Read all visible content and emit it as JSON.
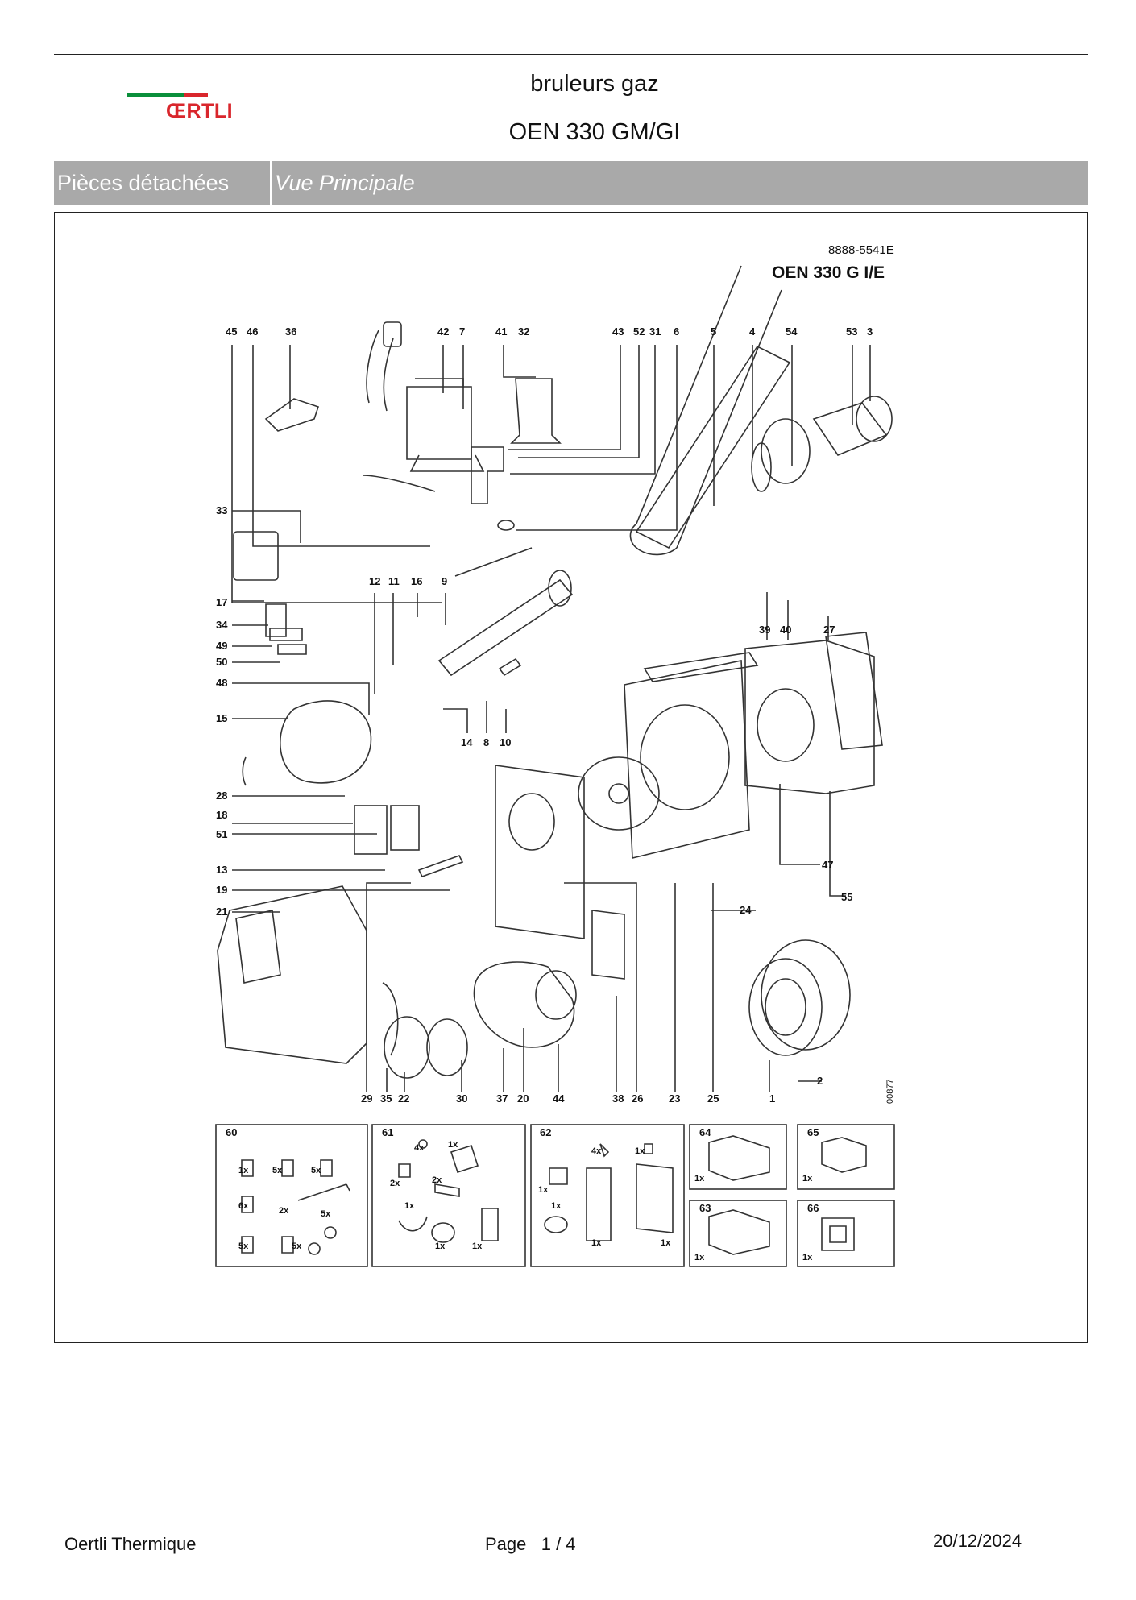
{
  "header": {
    "logo_text": "ŒRTLI",
    "title": "bruleurs gaz",
    "model": "OEN 330 GM/GI"
  },
  "band": {
    "section": "Pièces détachées",
    "view": "Vue Principale"
  },
  "drawing": {
    "doc_ref": "8888-5541E",
    "model_label": "OEN 330 G I/E",
    "side_code": "00877",
    "top_callouts": [
      "45",
      "46",
      "36",
      "42",
      "7",
      "41",
      "32",
      "43",
      "52",
      "31",
      "6",
      "5",
      "4",
      "54",
      "53",
      "3"
    ],
    "left_callouts": [
      "33",
      "17",
      "34",
      "49",
      "50",
      "48",
      "15",
      "28",
      "18",
      "51",
      "13",
      "19",
      "21"
    ],
    "mid_callouts": [
      "12",
      "11",
      "16",
      "9",
      "14",
      "8",
      "10",
      "39",
      "40",
      "27",
      "47",
      "55",
      "24",
      "1",
      "2"
    ],
    "bottom_callouts": [
      "29",
      "35",
      "22",
      "30",
      "37",
      "20",
      "44",
      "38",
      "26",
      "23",
      "25"
    ],
    "kits": [
      {
        "id": "60",
        "qty": [
          "1x",
          "5x",
          "5x",
          "6x",
          "2x",
          "5x",
          "5x",
          "5x"
        ]
      },
      {
        "id": "61",
        "qty": [
          "4x",
          "1x",
          "2x",
          "2x",
          "1x",
          "1x",
          "1x"
        ]
      },
      {
        "id": "62",
        "qty": [
          "4x",
          "1x",
          "1x",
          "1x",
          "1x",
          "1x"
        ]
      },
      {
        "id": "64",
        "qty": [
          "1x"
        ]
      },
      {
        "id": "65",
        "qty": [
          "1x"
        ]
      },
      {
        "id": "63",
        "qty": [
          "1x"
        ]
      },
      {
        "id": "66",
        "qty": [
          "1x"
        ]
      }
    ]
  },
  "footer": {
    "company": "Oertli Thermique",
    "page_label": "Page",
    "page": "1  /  4",
    "date": "20/12/2024"
  }
}
